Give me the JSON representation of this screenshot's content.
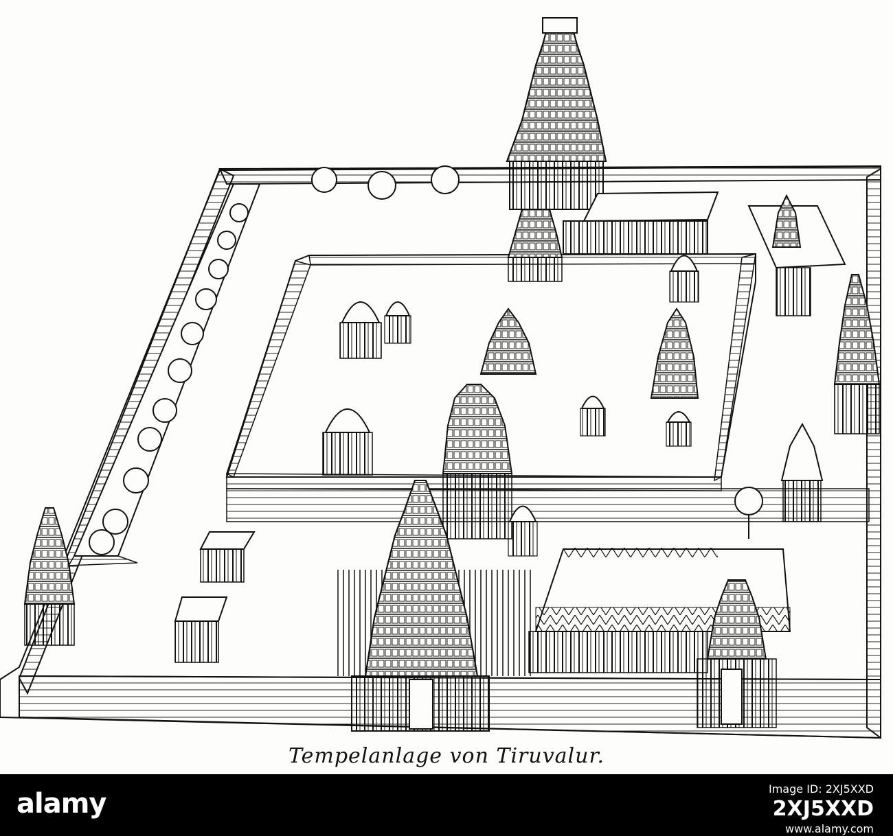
{
  "caption": "Tempelanlage von Tiruvalur.",
  "watermark": {
    "logo": "alamy",
    "line1": "Image ID: 2XJ5XXD",
    "line2": "www.alamy.com",
    "image_id": "2XJ5XXD"
  },
  "colors": {
    "ink": "#111111",
    "paper": "#fdfdfb",
    "band": "#000000"
  }
}
